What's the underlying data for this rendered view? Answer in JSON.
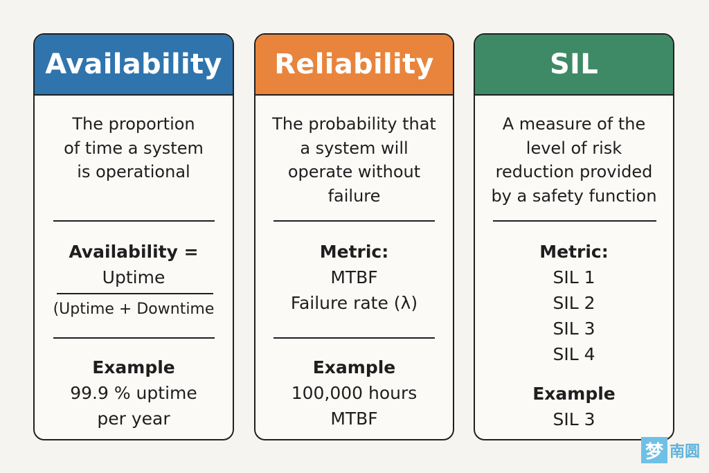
{
  "cards": [
    {
      "title": "Availability",
      "description": [
        "The proportion",
        "of time a system",
        "is operational"
      ],
      "formula": {
        "label": "Availability =",
        "numerator": "Uptime",
        "denominator": "(Uptime + Downtime"
      },
      "example": {
        "label": "Example",
        "lines": [
          "99.9 % uptime",
          "per year"
        ]
      }
    },
    {
      "title": "Reliability",
      "description": [
        "The probability that",
        "a system will",
        "operate without",
        "failure"
      ],
      "metric": {
        "label": "Metric:",
        "lines": [
          "MTBF",
          "Failure rate (λ)"
        ]
      },
      "example": {
        "label": "Example",
        "lines": [
          "100,000 hours",
          "MTBF"
        ]
      }
    },
    {
      "title": "SIL",
      "description": [
        "A measure of the",
        "level of risk",
        "reduction provided",
        "by a safety function"
      ],
      "metric": {
        "label": "Metric:",
        "lines": [
          "SIL 1",
          "SIL 2",
          "SIL 3",
          "SIL 4"
        ]
      },
      "example": {
        "label": "Example",
        "lines": [
          "SIL 3"
        ]
      }
    }
  ],
  "colors": {
    "availability": "#2f74ad",
    "reliability": "#e8843c",
    "sil": "#3e8a66"
  },
  "watermark": {
    "glyph": "梦",
    "text": "南圆"
  }
}
